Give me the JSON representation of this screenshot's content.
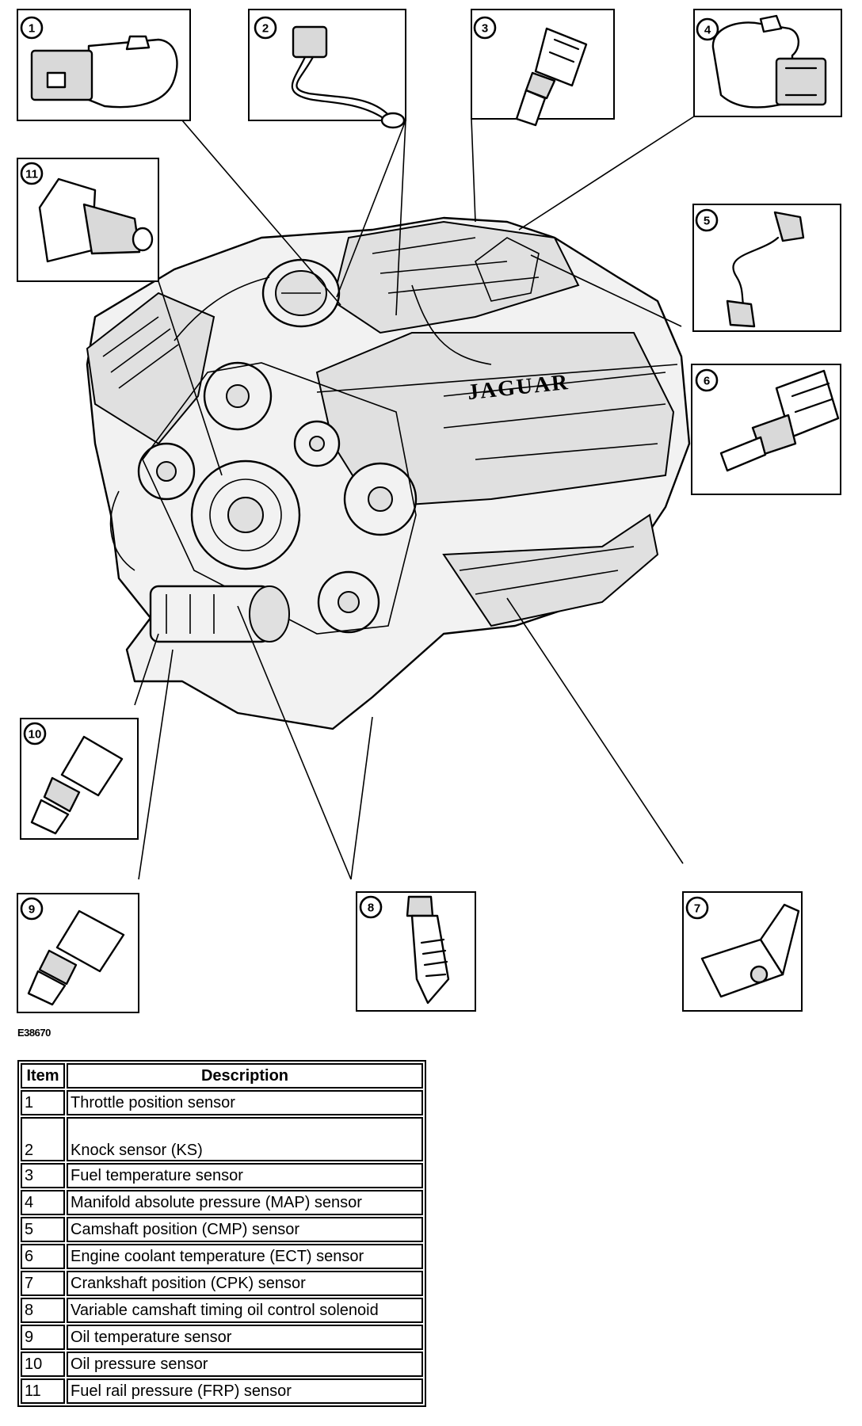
{
  "figure_code": "E38670",
  "callouts": [
    "1",
    "2",
    "3",
    "4",
    "5",
    "6",
    "7",
    "8",
    "9",
    "10",
    "11"
  ],
  "engine_brand_lettering": "JAGUAR",
  "legend": {
    "headers": {
      "item": "Item",
      "description": "Description"
    },
    "rows": [
      {
        "item": "1",
        "description": "Throttle position sensor"
      },
      {
        "item": "2",
        "description": "Knock sensor (KS)"
      },
      {
        "item": "3",
        "description": "Fuel temperature sensor"
      },
      {
        "item": "4",
        "description": "Manifold absolute pressure (MAP) sensor"
      },
      {
        "item": "5",
        "description": "Camshaft position (CMP) sensor"
      },
      {
        "item": "6",
        "description": "Engine coolant temperature (ECT) sensor"
      },
      {
        "item": "7",
        "description": "Crankshaft position (CPK) sensor"
      },
      {
        "item": "8",
        "description": "Variable camshaft timing oil control solenoid"
      },
      {
        "item": "9",
        "description": "Oil temperature sensor"
      },
      {
        "item": "10",
        "description": "Oil pressure sensor"
      },
      {
        "item": "11",
        "description": "Fuel rail pressure (FRP) sensor"
      }
    ]
  }
}
